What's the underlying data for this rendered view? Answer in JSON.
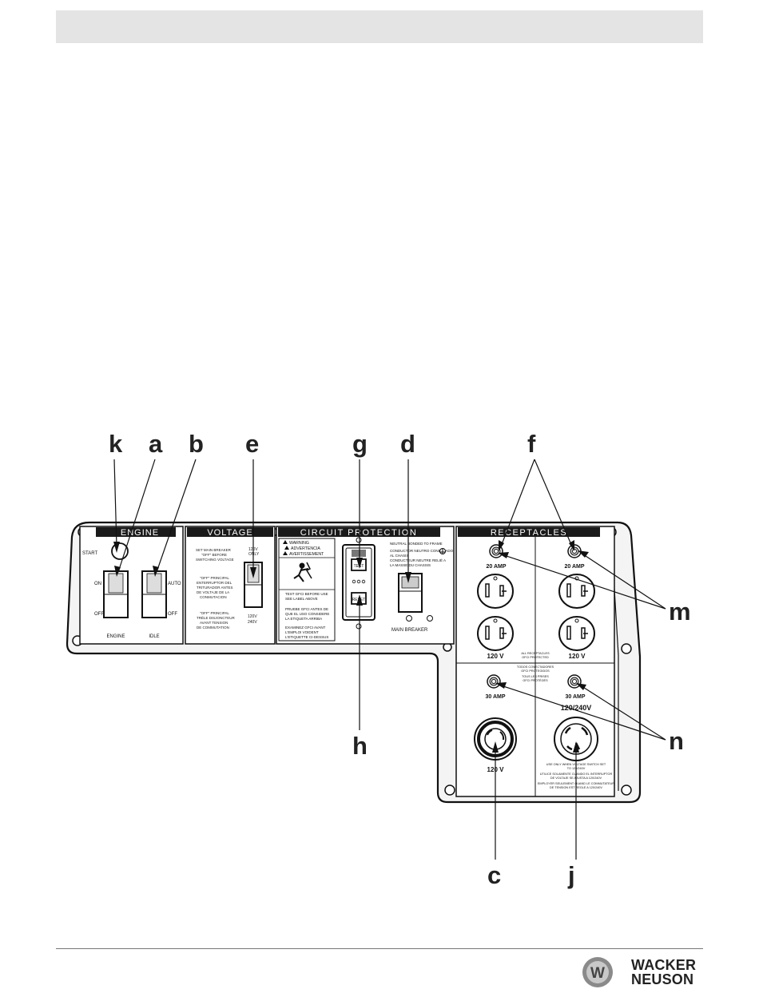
{
  "callouts": {
    "k": "k",
    "a": "a",
    "b": "b",
    "e": "e",
    "g": "g",
    "d": "d",
    "f": "f",
    "m": "m",
    "h": "h",
    "n": "n",
    "c": "c",
    "j": "j"
  },
  "panel": {
    "engine": {
      "title": "ENGINE",
      "start": "START",
      "on": "ON",
      "off": "OFF",
      "auto": "AUTO",
      "off_idle": "OFF",
      "engine_label": "ENGINE",
      "idle_label": "IDLE"
    },
    "voltage": {
      "title": "VOLTAGE",
      "note_en": [
        "SET MAIN BREAKER",
        "\"OFF\" BEFORE",
        "SWITCHING VOLTAGE"
      ],
      "note_es": [
        "\"OFF\" PRINCIPAL",
        "ENTERRUPTOR DEL",
        "TRITURADOR ANTES",
        "DE VOLTAJE DE LA",
        "CONMUTACION"
      ],
      "note_fr": [
        "\"OFF\" PRINCIPAL",
        "TRÉLE DISJONCTEUR",
        "AVANT TENSION",
        "DE COMMUTATION"
      ],
      "v120_top": "120V",
      "only": "ONLY",
      "v120_bottom": "120V",
      "v240": "240V"
    },
    "circuit_protection": {
      "title": "CIRCUIT PROTECTION",
      "warning": "WARNING",
      "advertencia": "ADVERTENCIA",
      "avertissement": "AVERTISSEMENT",
      "test_en": [
        "TEST GFCI BEFORE USE",
        "SEE LABEL ABOVE"
      ],
      "test_es": [
        "PRUEBE GFCI ANTES DE",
        "QUE EL USO CONSIDERE",
        "LA ETIQUETA ARRIBA"
      ],
      "test_fr": [
        "EXAMINEZ GFCI AVANT",
        "L'EMPLOI VOIDENT",
        "L'ETIQUETTE CI-DESSUS"
      ],
      "test_button": "TEST",
      "reset_button": "RESET",
      "neutral_en": "NEUTRAL BONDED TO FRAME",
      "neutral_es": [
        "CONDUCTOR NEUTRO CONECTADO",
        "AL CHASIS"
      ],
      "neutral_fr": [
        "CONDUCTEUR NEUTRE RELIÉ A",
        "LA MASSE DU CHASSIS"
      ],
      "main_breaker": "MAIN BREAKER"
    },
    "receptacles": {
      "title": "RECEPTACLES",
      "amp20_left": "20 AMP",
      "amp20_right": "20 AMP",
      "v120_left": "120 V",
      "v120_right": "120 V",
      "gfci_note": [
        "ALL RECEPTACLES",
        "GFCI PROTECTED",
        "TODOS CONECTADORES",
        "GFCI PROTEGIDOS",
        "TOUS LES PRISES",
        "GFCI PROTÉGÉS"
      ],
      "amp30_left": "30 AMP",
      "amp30_right": "30 AMP",
      "v120_twist": "120 V",
      "v120_240": "120/240V",
      "use_only": [
        "USE ONLY WHEN VOLTAGE SWITCH SET",
        "TO 120/240V",
        "UTILICE SOLAMENTE CUANDO EL INTERRUPTOR",
        "DE VOLTAJE SE AJUSTA A 120/240V",
        "EMPLOYER SEULEMENT QUAND LE COMMUTATEUR",
        "DE TENSION EST REGLE A 120/240V"
      ]
    }
  },
  "logo": {
    "line1": "WACKER",
    "line2": "NEUSON",
    "mark": "W"
  }
}
